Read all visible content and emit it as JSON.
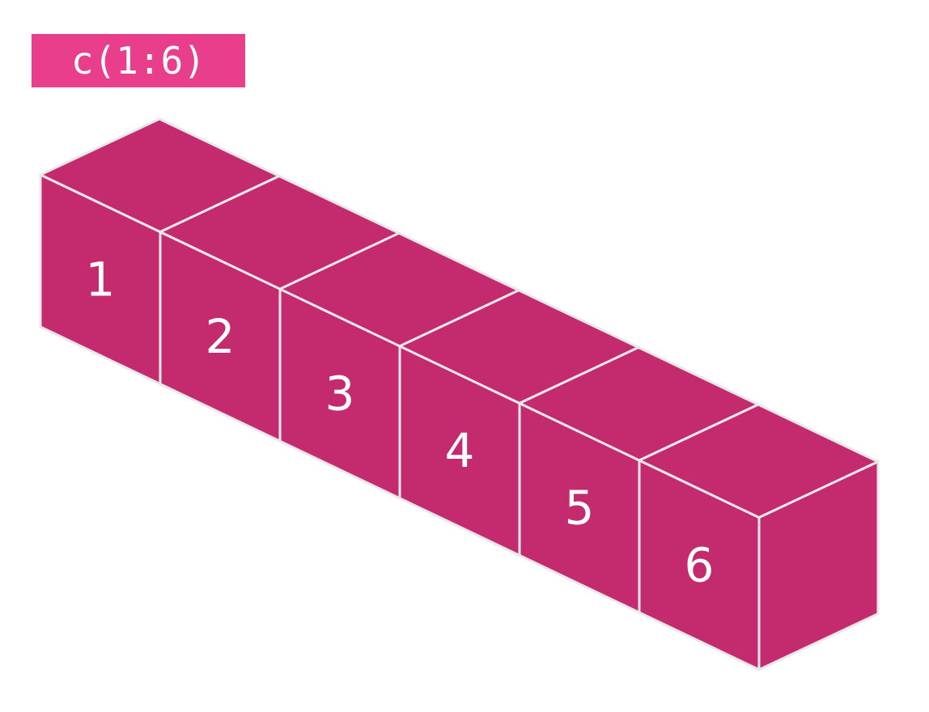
{
  "label": {
    "text": "c(1:6)",
    "color": "#e83e8c"
  },
  "vector": {
    "values": [
      "1",
      "2",
      "3",
      "4",
      "5",
      "6"
    ],
    "fill_color": "#c42b6e",
    "edge_color": "#e8e8ea",
    "text_color": "#ffffff"
  }
}
